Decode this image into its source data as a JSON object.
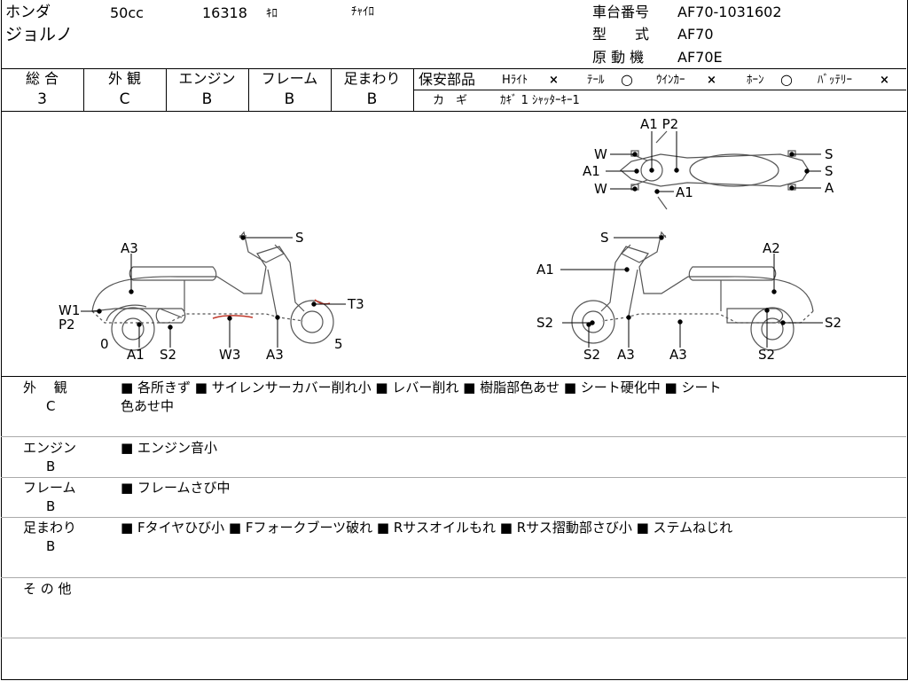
{
  "header": {
    "maker": "ホンダ",
    "displacement": "50cc",
    "mileage": "16318",
    "mileage_unit": "ｷﾛ",
    "color": "ﾁｬｲﾛ",
    "model_name": "ジョルノ",
    "chassis_label": "車台番号",
    "chassis_value": "AF70-1031602",
    "type_label": "型　　式",
    "type_value": "AF70",
    "engine_label": "原 動 機",
    "engine_value": "AF70E"
  },
  "grades": [
    {
      "label": "総 合",
      "value": "3"
    },
    {
      "label": "外 観",
      "value": "C"
    },
    {
      "label": "エンジン",
      "value": "B"
    },
    {
      "label": "フレーム",
      "value": "B"
    },
    {
      "label": "足まわり",
      "value": "B"
    }
  ],
  "safety": {
    "label": "保安部品",
    "items": [
      {
        "name": "Hﾗｲﾄ",
        "mark": "×"
      },
      {
        "name": "ﾃｰﾙ",
        "mark": "○"
      },
      {
        "name": "ｳｲﾝｶｰ",
        "mark": "×"
      },
      {
        "name": "ﾎｰﾝ",
        "mark": "○"
      },
      {
        "name": "ﾊﾞｯﾃﾘｰ",
        "mark": "×"
      }
    ],
    "key_label": "カ　ギ",
    "key_value": "ｶｷﾞ 1  ｼｬｯﾀｰｷｰ1"
  },
  "diagram_labels": {
    "left": [
      "A3",
      "S",
      "W1",
      "P2",
      "T3",
      "0",
      "A1",
      "S2",
      "W3",
      "A3",
      "5"
    ],
    "right": [
      "S",
      "A2",
      "A1",
      "S2",
      "S2",
      "S2",
      "A3",
      "A3",
      "S2"
    ],
    "top": [
      "A1 P2",
      "W",
      "A1",
      "W",
      "A1",
      "S",
      "S",
      "A"
    ]
  },
  "remarks": [
    {
      "label": "外　 観",
      "grade": "C",
      "lines": [
        "■ 各所きず ■ サイレンサーカバー削れ小 ■ レバー削れ ■ 樹脂部色あせ ■ シート硬化中 ■ シート",
        "色あせ中"
      ]
    },
    {
      "label": "エンジン",
      "grade": "B",
      "lines": [
        "■ エンジン音小"
      ]
    },
    {
      "label": "フレーム",
      "grade": "B",
      "lines": [
        "■ フレームさび中"
      ]
    },
    {
      "label": "足まわり",
      "grade": "B",
      "lines": [
        "■ Fタイヤひび小 ■ Fフォークブーツ破れ ■ Rサスオイルもれ ■ Rサス摺動部さび小 ■ ステムねじれ"
      ]
    },
    {
      "label": "そ の 他",
      "grade": "",
      "lines": []
    }
  ]
}
